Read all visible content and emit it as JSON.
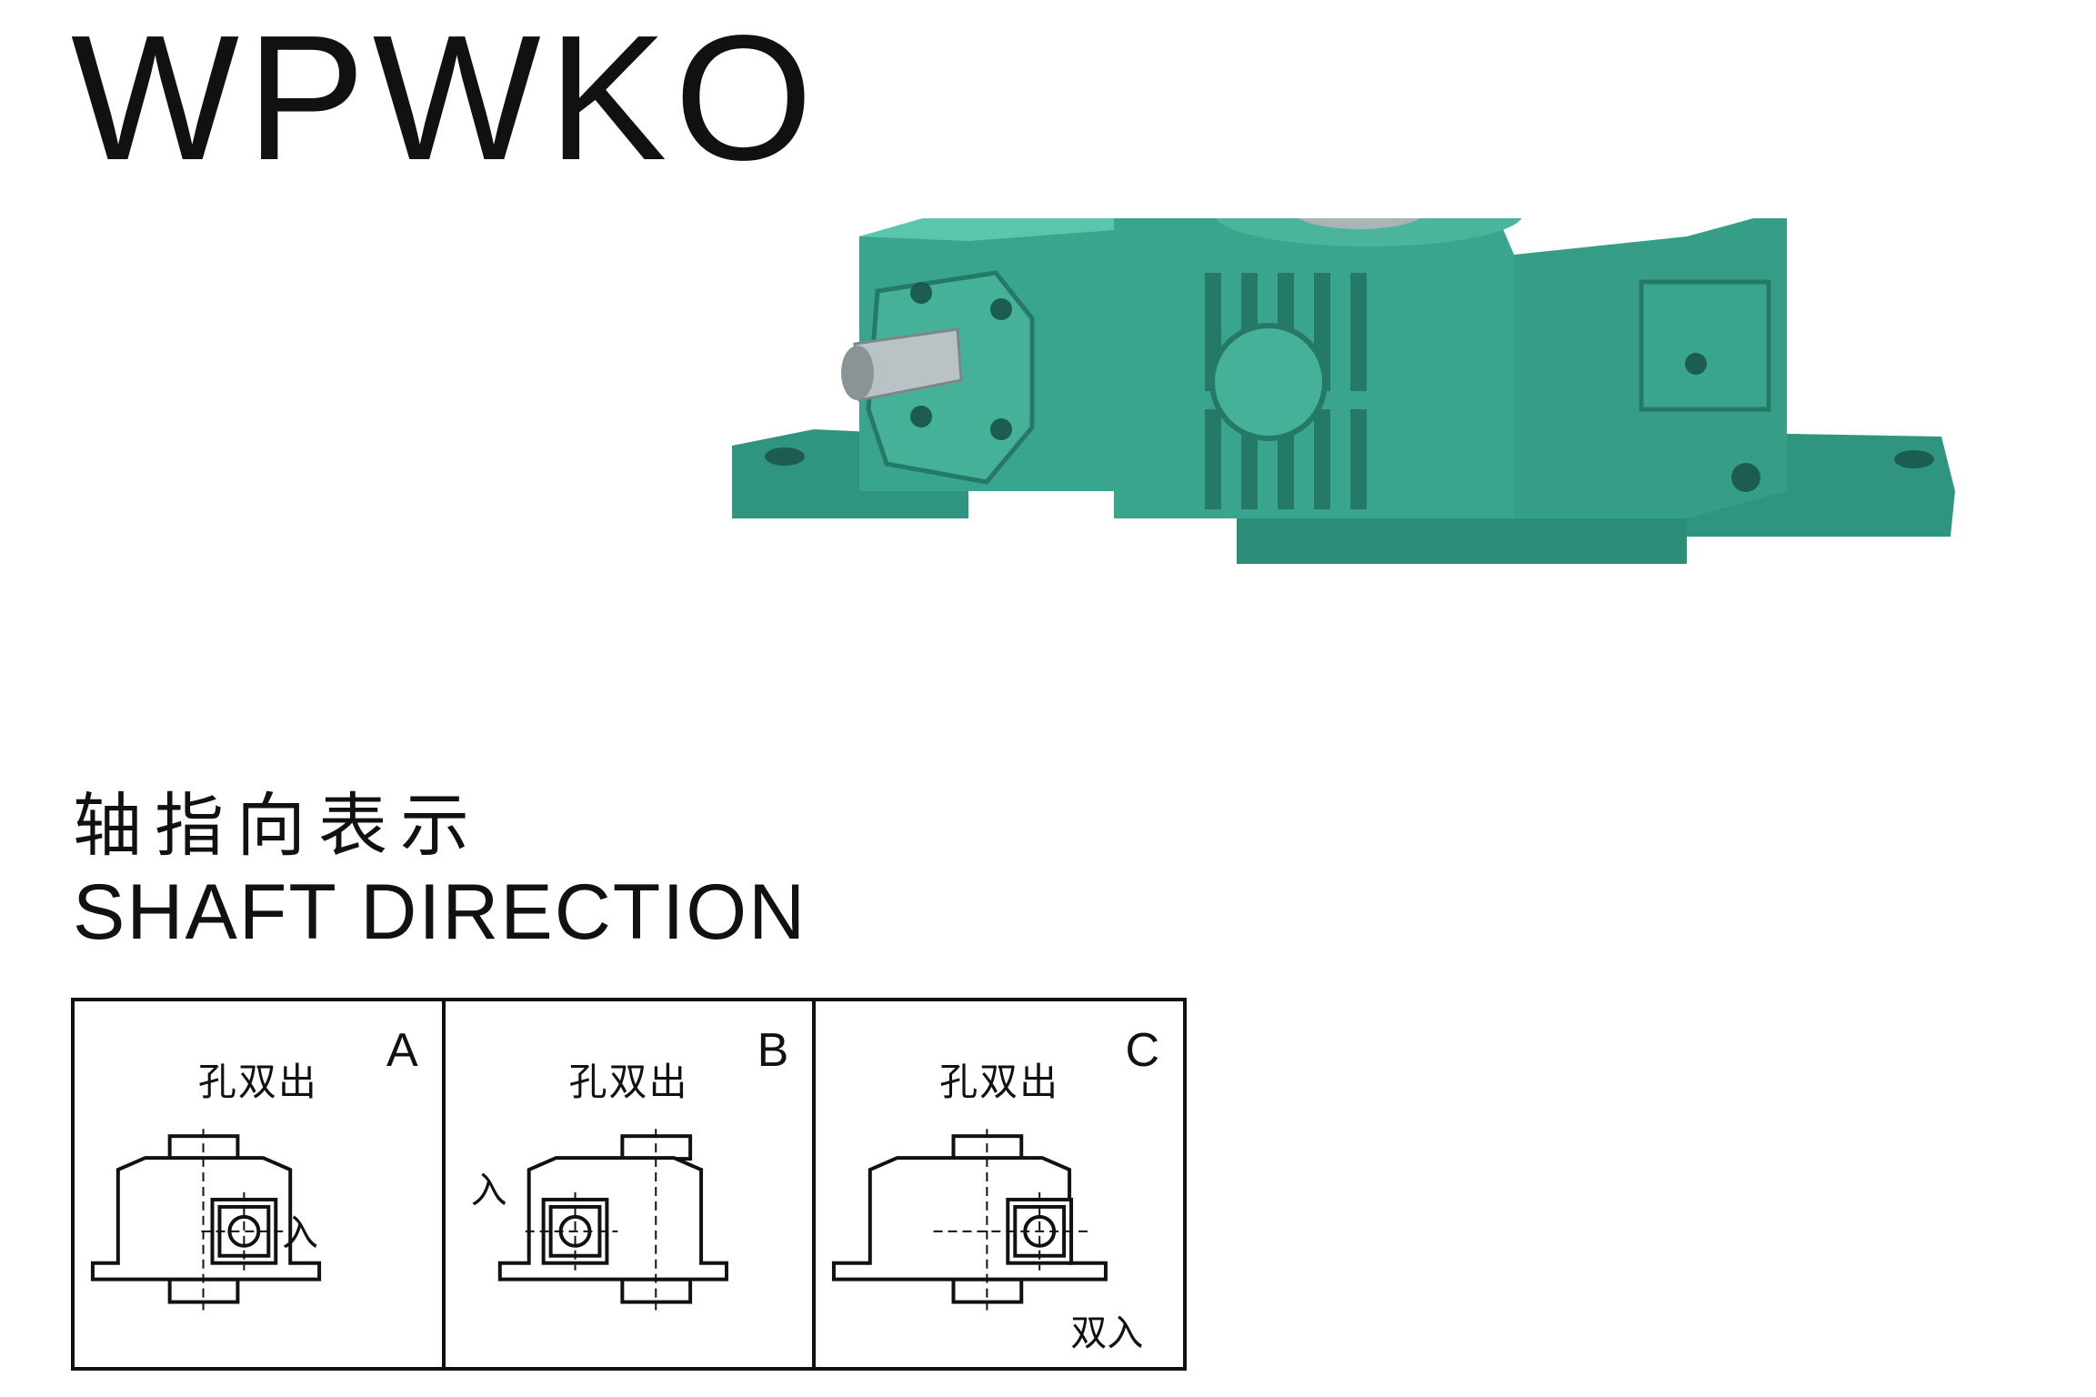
{
  "title": "WPWKO",
  "section": {
    "title_cn": "轴指向表示",
    "title_en": "SHAFT DIRECTION"
  },
  "panels": [
    {
      "letter": "A",
      "heading": "孔双出",
      "input_label": "入"
    },
    {
      "letter": "B",
      "heading": "孔双出",
      "input_label": "入"
    },
    {
      "letter": "C",
      "heading": "孔双出",
      "input_label": "双入"
    }
  ],
  "colors": {
    "housing": "#3aa58e",
    "housing_shadow": "#257a67",
    "housing_light": "#5cc6ad",
    "shaft": "#b9c2c4",
    "line": "#111111"
  }
}
